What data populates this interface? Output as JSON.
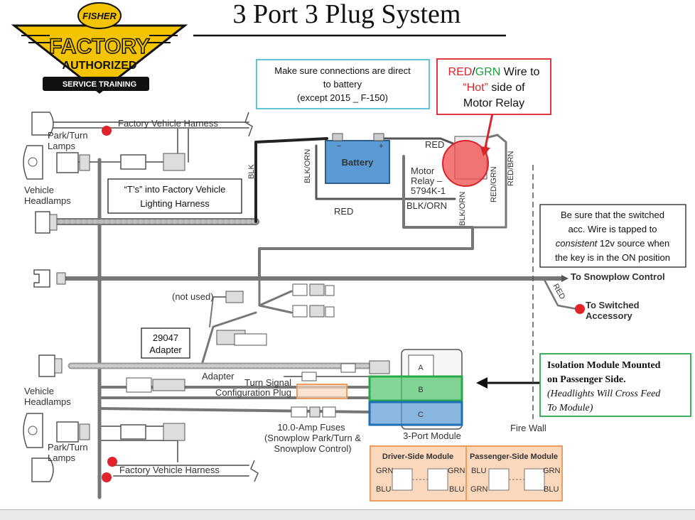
{
  "title": "3 Port 3 Plug System",
  "logo": {
    "brand": "FISHER",
    "line1": "FACTORY",
    "line2": "AUTHORIZED",
    "line3": "SERVICE TRAINING",
    "colors": {
      "yellow": "#f5c400",
      "black": "#111111"
    }
  },
  "notes": {
    "battery_note": [
      "Make sure connections are direct",
      "to battery",
      "(except 2015 _ F-150)"
    ],
    "relay_note": {
      "red": "RED",
      "slash": "/",
      "grn": "GRN",
      "wire_to": " Wire to",
      "hot": "“Hot”",
      "side_of": " side of",
      "line3": "Motor Relay"
    },
    "tees_note": [
      "“T’s” into Factory Vehicle",
      "Lighting Harness"
    ],
    "switched_note": {
      "line1": "Be sure that the switched",
      "line2": "acc. Wire is tapped to",
      "line3_italic": "consistent",
      "line3_rest": " 12v source when",
      "line4": "the key is in the ON position"
    },
    "adapter_box": [
      "29047",
      "Adapter"
    ],
    "isolation_note": {
      "line1": "Isolation Module Mounted",
      "line2": "on Passenger Side.",
      "line3": "(Headlights Will Cross Feed",
      "line4": "To Module)"
    }
  },
  "labels": {
    "factory_harness_top": "Factory Vehicle Harness",
    "factory_harness_bottom": "Factory Vehicle Harness",
    "park_turn_top": [
      "Park/Turn",
      "Lamps"
    ],
    "park_turn_bottom": [
      "Park/Turn",
      "Lamps"
    ],
    "headlamps_top": [
      "Vehicle",
      "Headlamps"
    ],
    "headlamps_bottom": [
      "Vehicle",
      "Headlamps"
    ],
    "battery": "Battery",
    "battery_minus": "−",
    "battery_plus": "+",
    "motor_relay": [
      "Motor",
      "Relay –",
      "5794K-1"
    ],
    "wire_blk": "BLK",
    "wire_blk_orn_1": "BLK/ORN",
    "wire_blk_orn_2": "BLK/ORN",
    "wire_blk_orn_3": "BLK/ORN",
    "wire_red_1": "RED",
    "wire_red_2": "RED",
    "wire_red_3": "RED",
    "wire_red_grn": "RED/GRN",
    "wire_red_brn": "RED/BRN",
    "not_used": "(not used)",
    "adapter": "Adapter",
    "turn_signal_plug": [
      "Turn Signal",
      "Configuration Plug"
    ],
    "fuses": [
      "10.0-Amp Fuses",
      "(Snowplow Park/Turn &",
      "Snowplow Control)"
    ],
    "three_port_module": "3-Port Module",
    "port_a": "A",
    "port_b": "B",
    "port_c": "C",
    "fire_wall": "Fire Wall",
    "to_snowplow_control": "To Snowplow Control",
    "to_switched_accessory": [
      "To Switched",
      "Accessory"
    ]
  },
  "module_table": {
    "driver_header": "Driver-Side Module",
    "passenger_header": "Passenger-Side Module",
    "driver": {
      "top_left": "GRN",
      "top_right": "GRN",
      "bottom_left": "BLU",
      "bottom_right": "BLU"
    },
    "passenger": {
      "top_left": "BLU",
      "top_right": "GRN",
      "bottom_left": "GRN",
      "bottom_right": "BLU"
    }
  },
  "colors": {
    "red_text": "#e0242a",
    "green_text": "#1f9e3e",
    "teal_box": "#2fb3c9",
    "red_box": "#d9242a",
    "green_box": "#29a84a",
    "battery_fill": "#5b9bd5",
    "orange_box": "#ed9c5b",
    "orange_fill": "#fbd8bc",
    "highlight_green": "#4ec46a",
    "highlight_blue": "#5b9bd5"
  }
}
